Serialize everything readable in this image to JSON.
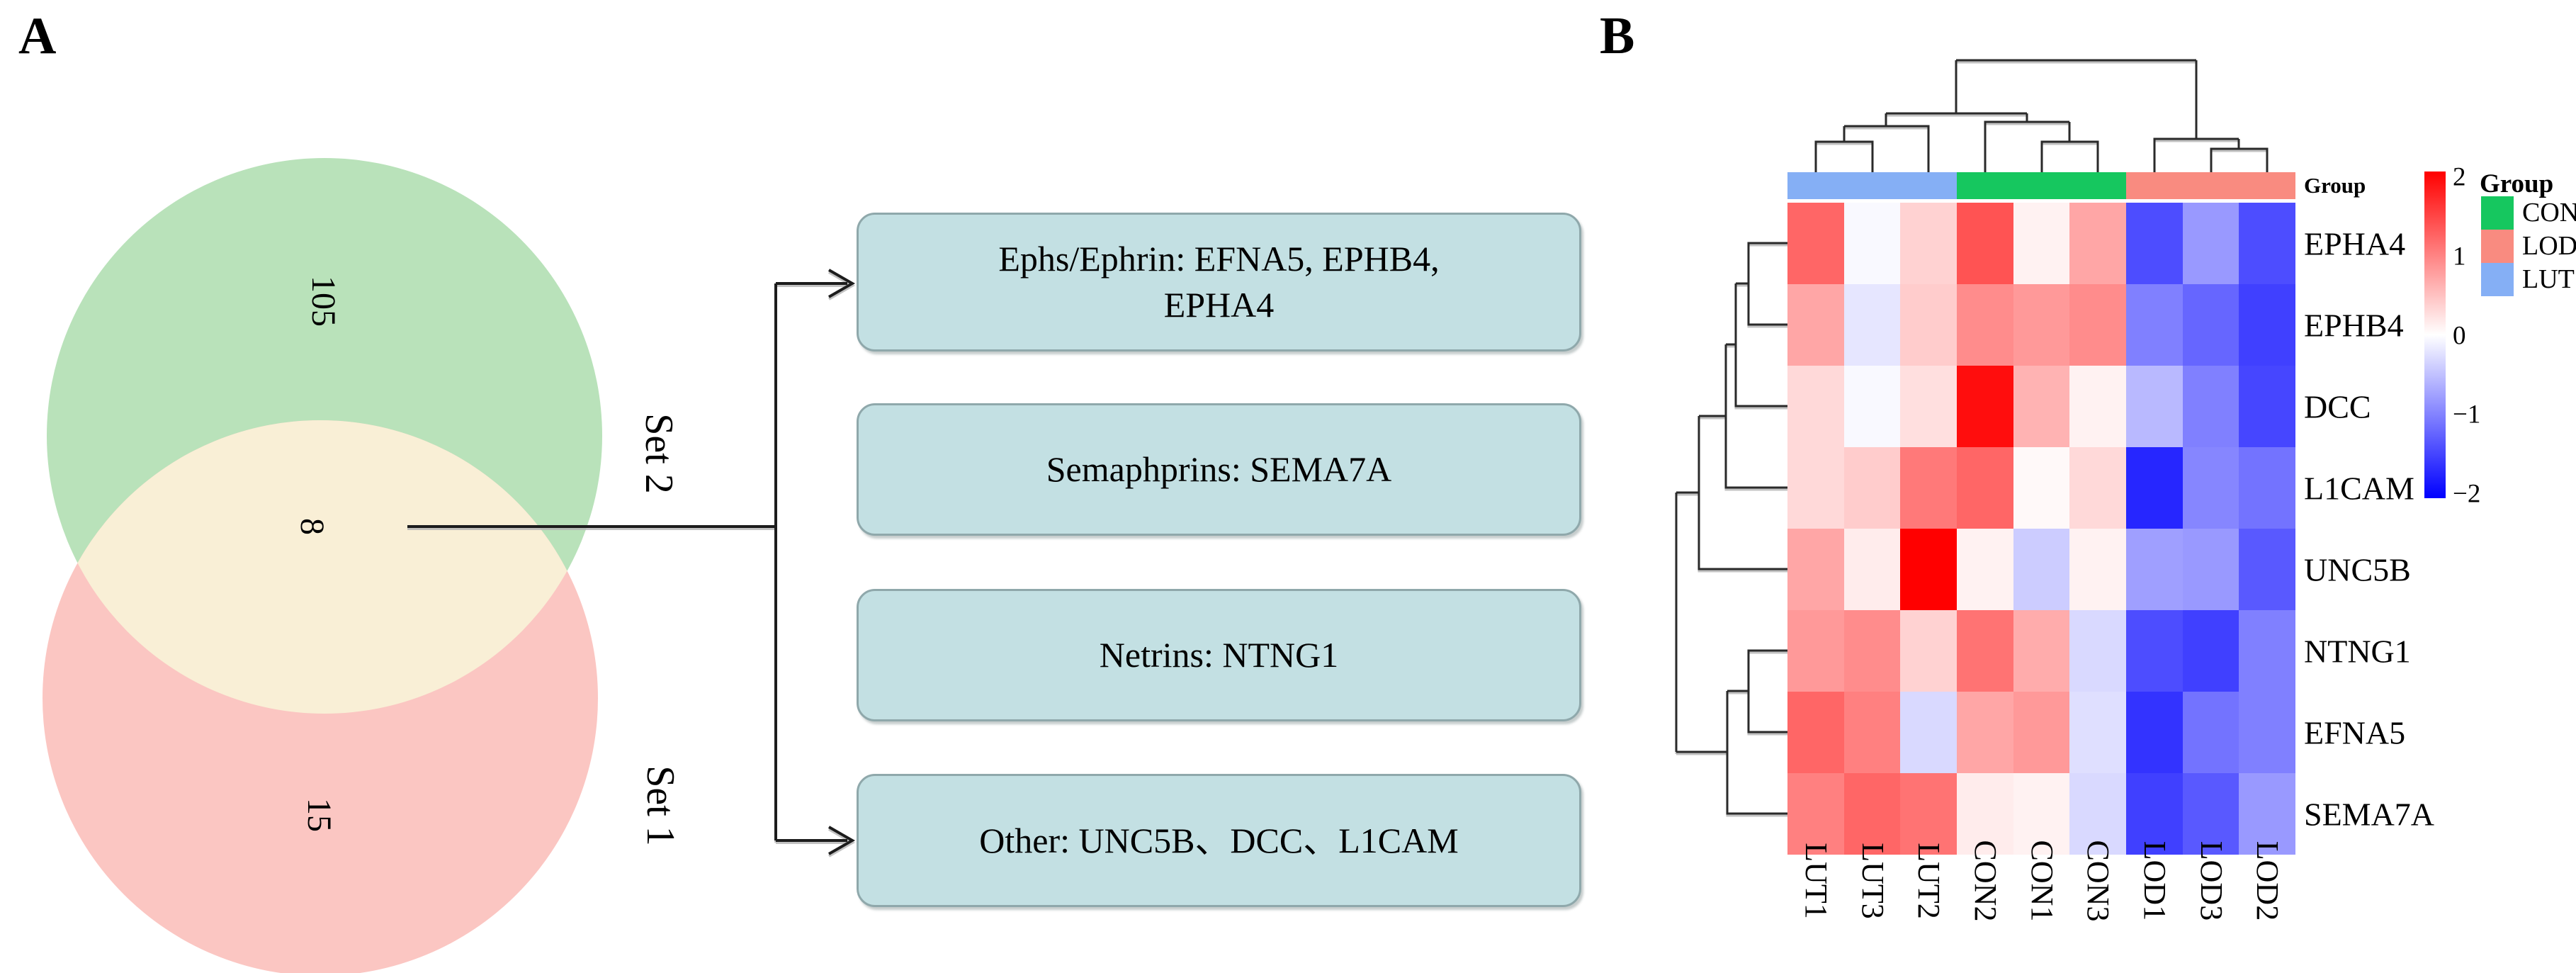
{
  "figure_labels": {
    "panel_a": "A",
    "panel_b": "B"
  },
  "panel_a": {
    "venn": {
      "set2": {
        "label": "Set 2",
        "count": "105",
        "color": "#b9e2ba"
      },
      "set1": {
        "label": "Set 1",
        "count": "15",
        "color": "#fbc6c2"
      },
      "overlap": {
        "count": "8",
        "color": "#f9efd6"
      }
    },
    "boxes": [
      {
        "label": "Ephs/Ephrin: EFNA5, EPHB4, EPHA4"
      },
      {
        "label": "Semaphprins: SEMA7A"
      },
      {
        "label": "Netrins: NTNG1"
      },
      {
        "label": "Other: UNC5B、DCC、L1CAM"
      }
    ],
    "box_style": {
      "fill": "#c3e0e3",
      "border": "#8fa8ab"
    }
  },
  "panel_b": {
    "annotation_label": "Group",
    "column_groups": [
      {
        "name": "LUT",
        "color": "#85aff5",
        "columns": [
          "LUT1",
          "LUT3",
          "LUT2"
        ]
      },
      {
        "name": "CON",
        "color": "#16c75f",
        "columns": [
          "CON2",
          "CON1",
          "CON3"
        ]
      },
      {
        "name": "LOD",
        "color": "#f98b80",
        "columns": [
          "LOD1",
          "LOD3",
          "LOD2"
        ]
      }
    ],
    "legend": {
      "title": "Group",
      "items": [
        {
          "label": "CON",
          "color": "#16c75f"
        },
        {
          "label": "LOD",
          "color": "#f98b80"
        },
        {
          "label": "LUT",
          "color": "#85aff5"
        }
      ]
    },
    "colorbar": {
      "tick_labels": [
        "2",
        "1",
        "0",
        "−1",
        "−2"
      ],
      "tick_values": [
        2,
        1,
        0,
        -1,
        -2
      ],
      "gradient": [
        "#ff0000",
        "#ffffff",
        "#0000ff"
      ]
    }
  },
  "chart_data": [
    {
      "type": "venn",
      "sets": [
        {
          "label": "Set 2",
          "unique_count": 105
        },
        {
          "label": "Set 1",
          "unique_count": 15
        }
      ],
      "intersection_count": 8,
      "intersection_genes_annotated": [
        "EFNA5",
        "EPHB4",
        "EPHA4",
        "SEMA7A",
        "NTNG1",
        "UNC5B",
        "DCC",
        "L1CAM"
      ]
    },
    {
      "type": "heatmap",
      "columns": [
        "LUT1",
        "LUT3",
        "LUT2",
        "CON2",
        "CON1",
        "CON3",
        "LOD1",
        "LOD3",
        "LOD2"
      ],
      "rows": [
        "EPHA4",
        "EPHB4",
        "DCC",
        "L1CAM",
        "UNC5B",
        "NTNG1",
        "EFNA5",
        "SEMA7A"
      ],
      "values": [
        [
          1.2,
          -0.05,
          0.35,
          1.35,
          0.1,
          0.7,
          -1.4,
          -0.8,
          -1.4
        ],
        [
          0.7,
          -0.2,
          0.4,
          0.9,
          0.8,
          0.9,
          -1.0,
          -1.2,
          -1.5
        ],
        [
          0.3,
          -0.05,
          0.25,
          1.9,
          0.6,
          0.1,
          -0.55,
          -1.0,
          -1.45
        ],
        [
          0.3,
          0.4,
          1.05,
          1.2,
          0.05,
          0.3,
          -1.7,
          -0.95,
          -1.1
        ],
        [
          0.7,
          0.15,
          2.0,
          0.1,
          -0.4,
          0.1,
          -0.75,
          -0.8,
          -1.3
        ],
        [
          0.8,
          0.9,
          0.35,
          1.1,
          0.65,
          -0.3,
          -1.4,
          -1.5,
          -1.0
        ],
        [
          1.2,
          1.0,
          -0.3,
          0.7,
          0.8,
          -0.25,
          -1.6,
          -1.1,
          -1.0
        ],
        [
          1.0,
          1.2,
          1.1,
          0.15,
          0.1,
          -0.3,
          -1.5,
          -1.3,
          -0.8
        ]
      ],
      "zlim": [
        -2,
        2
      ],
      "colormap": "red-white-blue",
      "legend_position": "right",
      "column_group_of": [
        "LUT",
        "LUT",
        "LUT",
        "CON",
        "CON",
        "CON",
        "LOD",
        "LOD",
        "LOD"
      ],
      "column_dendrogram": "((((LUT1,LUT3),LUT2),(CON2,(CON1,CON3))),(LOD1,(LOD3,LOD2)))",
      "row_dendrogram": "(((((EPHA4,EPHB4),DCC),L1CAM),UNC5B),((NTNG1,EFNA5),SEMA7A))"
    }
  ]
}
